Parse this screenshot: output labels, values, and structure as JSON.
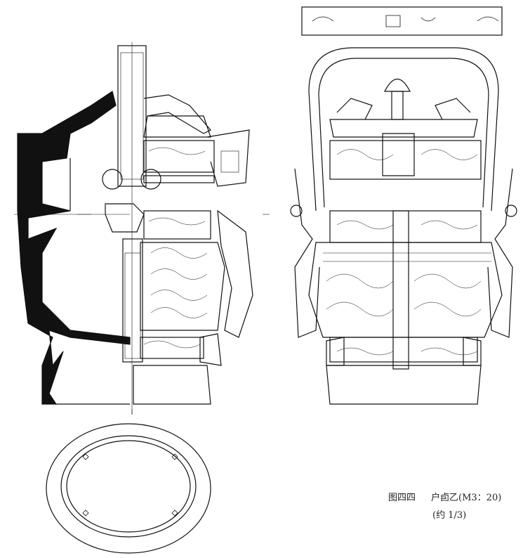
{
  "caption": {
    "figure_number": "图四四",
    "title": "户卣乙(M3：20)",
    "scale": "(约 1/3)"
  },
  "colors": {
    "ink": "#111111",
    "paper": "#ffffff"
  }
}
